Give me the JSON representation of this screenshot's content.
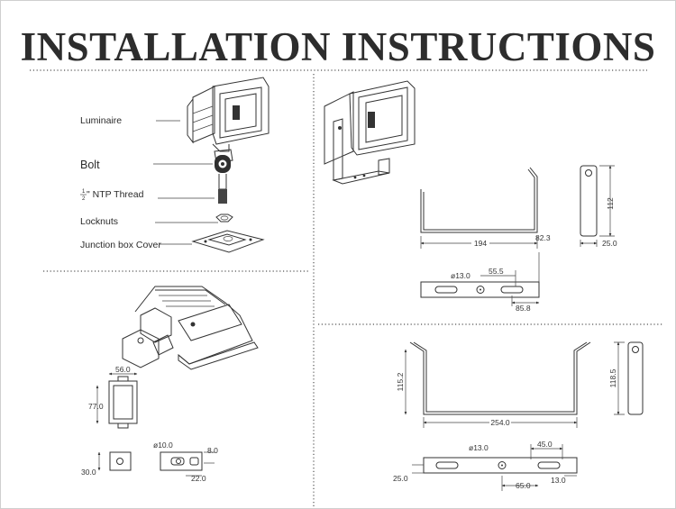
{
  "title": "INSTALLATION INSTRUCTIONS",
  "exploded_view": {
    "labels": {
      "luminaire": "Luminaire",
      "bolt": "Bolt",
      "thread_fraction_num": "1",
      "thread_fraction_den": "2",
      "thread": "\" NTP Thread",
      "locknuts": "Locknuts",
      "junction_box_cover": "Junction box Cover"
    }
  },
  "small_bracket": {
    "width": "194",
    "flange": "82.3",
    "height": "112",
    "side_width": "25.0",
    "hole_diameter": "ø13.0",
    "hole_offset": "55.5",
    "slot_length": "85.8"
  },
  "box_mount": {
    "width": "56.0",
    "height": "77.0",
    "hole_diameter": "ø10.0",
    "slot_width": "8.0",
    "depth": "30.0",
    "length": "22.0"
  },
  "large_bracket": {
    "height": "115.2",
    "width": "254.0",
    "side_height": "118.5",
    "hole_diameter": "ø13.0",
    "slot_length": "45.0",
    "side_width": "25.0",
    "hole_offset": "65.0",
    "slot_width": "13.0"
  }
}
